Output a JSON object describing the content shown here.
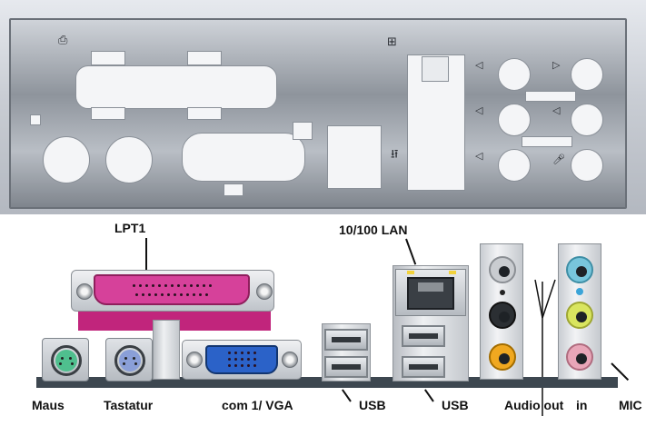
{
  "labels": {
    "lpt1": "LPT1",
    "lan": "10/100 LAN",
    "maus": "Maus",
    "tastatur": "Tastatur",
    "com_vga": "com 1/ VGA",
    "usb_left": "USB",
    "usb_right": "USB",
    "audio_out": "Audio out",
    "in": "in",
    "mic": "MIC"
  },
  "colors": {
    "lpt": "#d6419a",
    "vga": "#2b62c8",
    "ps2_mouse": "#4fbf8e",
    "ps2_keyboard": "#8a9fd8",
    "audio_lime": "#d9e55f",
    "audio_blue": "#78c6dc",
    "audio_pink": "#e8a6b8",
    "audio_orange": "#f0a820",
    "audio_black": "#2b2f33",
    "audio_gray": "#c9ccd0"
  },
  "icons": [
    "printer-icon",
    "network-icon",
    "usb-icon",
    "speaker-icon",
    "mic-icon",
    "line-in-icon"
  ]
}
